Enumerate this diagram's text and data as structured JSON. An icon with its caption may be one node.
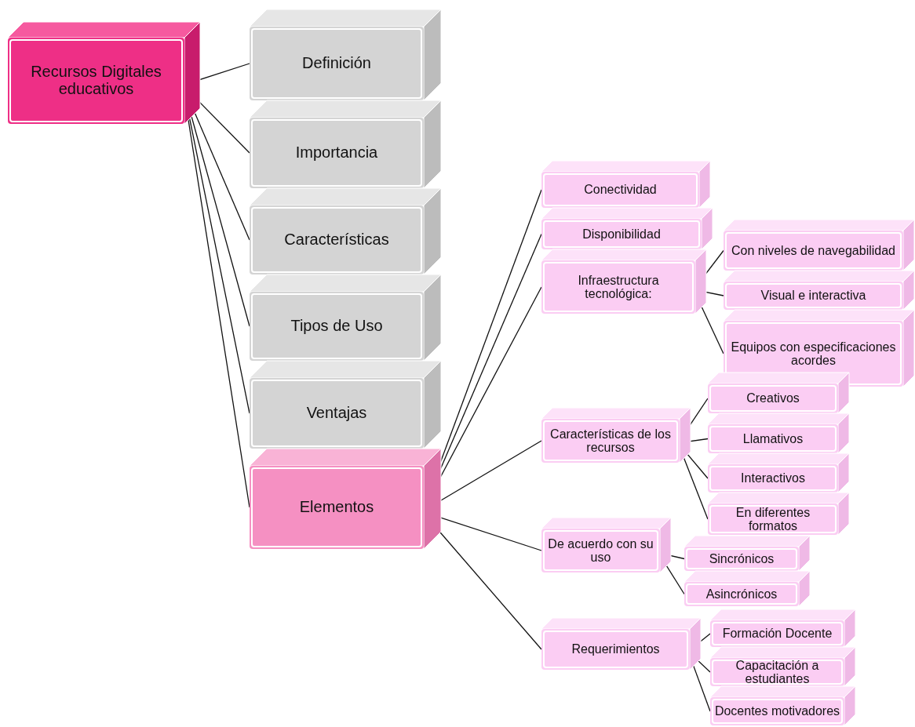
{
  "diagram": {
    "nodes": [
      {
        "text": [
          "Recursos Digitales educativos"
        ]
      },
      {
        "text": [
          "Definición"
        ]
      },
      {
        "text": [
          "Importancia"
        ]
      },
      {
        "text": [
          "Características"
        ]
      },
      {
        "text": [
          "Tipos de Uso"
        ]
      },
      {
        "text": [
          "Ventajas"
        ]
      },
      {
        "text": [
          "Elementos"
        ]
      },
      {
        "text": [
          "Conectividad"
        ]
      },
      {
        "text": [
          "Disponibilidad"
        ]
      },
      {
        "text": [
          "Infraestructura tecnológica:"
        ]
      },
      {
        "text": [
          "Con niveles de navegabilidad"
        ]
      },
      {
        "text": [
          "Visual e interactiva"
        ]
      },
      {
        "text": [
          "Equipos con especificaciones acordes"
        ]
      },
      {
        "text": [
          "Características de los recursos"
        ]
      },
      {
        "text": [
          "Creativos"
        ]
      },
      {
        "text": [
          "Llamativos"
        ]
      },
      {
        "text": [
          "Interactivos"
        ]
      },
      {
        "text": [
          "En diferentes formatos"
        ]
      },
      {
        "text": [
          "De acuerdo con su uso"
        ]
      },
      {
        "text": [
          "Sincrónicos"
        ]
      },
      {
        "text": [
          "Asincrónicos"
        ]
      },
      {
        "text": [
          "Requerimientos"
        ]
      },
      {
        "text": [
          "Formación Docente"
        ]
      },
      {
        "text": [
          "Capacitación a estudiantes"
        ]
      },
      {
        "text": [
          "Docentes motivadores"
        ]
      }
    ],
    "edges": [
      {
        "from": 0,
        "to": 1,
        "arrow": "none"
      },
      {
        "from": 0,
        "to": 2,
        "arrow": "none"
      },
      {
        "from": 0,
        "to": 3,
        "arrow": "none"
      },
      {
        "from": 0,
        "to": 4,
        "arrow": "none"
      },
      {
        "from": 0,
        "to": 5,
        "arrow": "none"
      },
      {
        "from": 0,
        "to": 6,
        "arrow": "none"
      },
      {
        "from": 6,
        "to": 7,
        "arrow": "none"
      },
      {
        "from": 6,
        "to": 8,
        "arrow": "none"
      },
      {
        "from": 6,
        "to": 9,
        "arrow": "none"
      },
      {
        "from": 6,
        "to": 13,
        "arrow": "none"
      },
      {
        "from": 6,
        "to": 18,
        "arrow": "none"
      },
      {
        "from": 6,
        "to": 21,
        "arrow": "none"
      },
      {
        "from": 9,
        "to": 10,
        "arrow": "none"
      },
      {
        "from": 9,
        "to": 11,
        "arrow": "none"
      },
      {
        "from": 9,
        "to": 12,
        "arrow": "none"
      },
      {
        "from": 13,
        "to": 14,
        "arrow": "none"
      },
      {
        "from": 13,
        "to": 15,
        "arrow": "none"
      },
      {
        "from": 13,
        "to": 16,
        "arrow": "none"
      },
      {
        "from": 13,
        "to": 17,
        "arrow": "none"
      },
      {
        "from": 18,
        "to": 19,
        "arrow": "none"
      },
      {
        "from": 18,
        "to": 20,
        "arrow": "none"
      },
      {
        "from": 21,
        "to": 22,
        "arrow": "none"
      },
      {
        "from": 21,
        "to": 23,
        "arrow": "none"
      },
      {
        "from": 21,
        "to": 24,
        "arrow": "none"
      }
    ]
  }
}
